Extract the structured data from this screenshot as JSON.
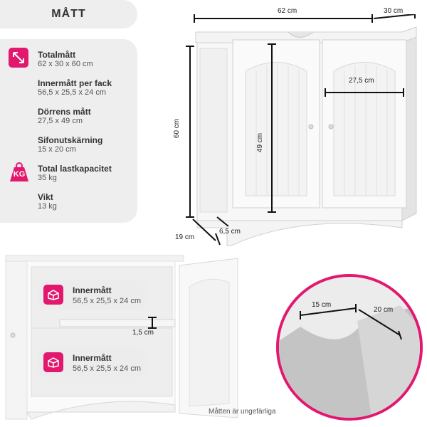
{
  "header": {
    "title": "MÅTT"
  },
  "specs": [
    {
      "icon": "resize-arrows-icon",
      "label": "Totalmått",
      "value": "62 x 30 x 60 cm"
    },
    {
      "label": "Innermått per fack",
      "value": "56,5 x 25,5 x 24 cm"
    },
    {
      "label": "Dörrens mått",
      "value": "27,5 x 49 cm"
    },
    {
      "label": "Sifonutskärning",
      "value": "15 x 20 cm"
    },
    {
      "icon": "weight-kg-icon",
      "label": "Total lastkapacitet",
      "value": "35 kg"
    },
    {
      "label": "Vikt",
      "value": "13 kg"
    }
  ],
  "kg_icon_text": "KG",
  "cabinet_dimensions": {
    "width": "62 cm",
    "depth": "30 cm",
    "height": "60 cm",
    "door_height": "49 cm",
    "door_width": "27,5 cm",
    "foot_depth": "19 cm",
    "foot_height": "6,5 cm"
  },
  "interior": {
    "shelf_thickness": "1,5 cm",
    "compartments": [
      {
        "label": "Innermått",
        "value": "56,5 x 25,5 x 24 cm"
      },
      {
        "label": "Innermått",
        "value": "56,5 x 25,5 x 24 cm"
      }
    ]
  },
  "cutout": {
    "width": "15 cm",
    "depth": "20 cm"
  },
  "footer": {
    "note": "Måtten är ungefärliga"
  },
  "colors": {
    "accent": "#e2186f",
    "panel": "#eeeeee"
  }
}
